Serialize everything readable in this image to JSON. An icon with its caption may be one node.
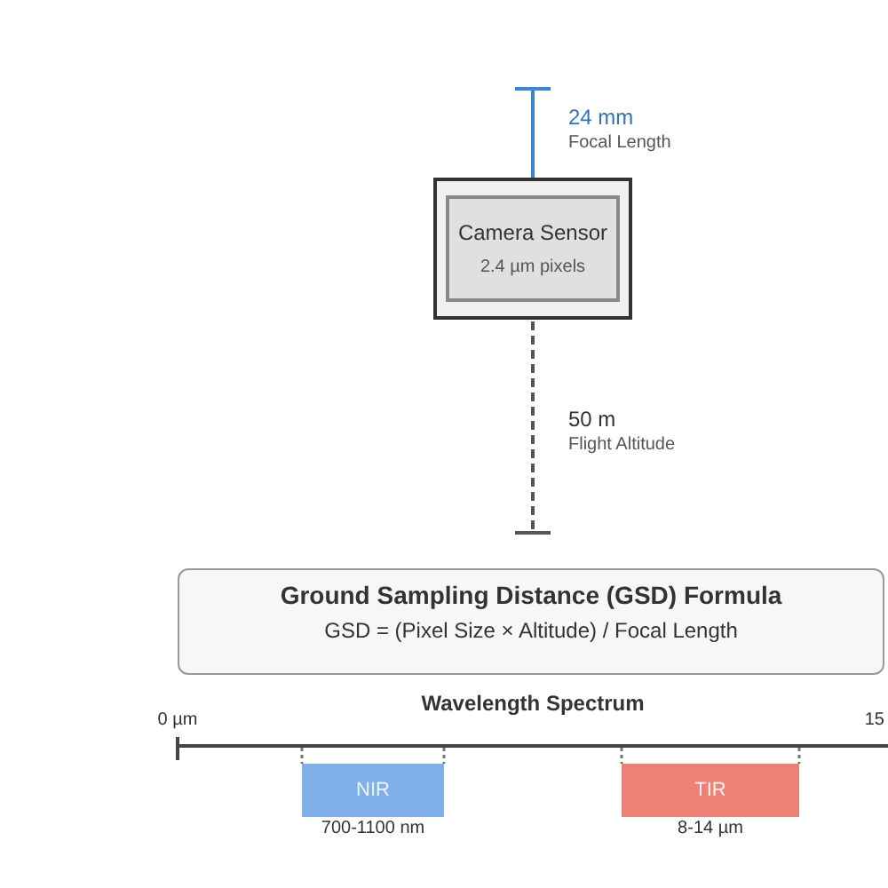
{
  "diagram": {
    "nodes": [
      {
        "text": [],
        "shape": "box"
      },
      {
        "text": [
          "Camera Sensor",
          "2.4 µm pixels"
        ],
        "in": 0
      },
      {
        "text": [
          "Ground Sampling Distance (GSD) Formula",
          "GSD = (Pixel Size × Altitude) / Focal Length"
        ]
      },
      {
        "text": [
          "NIR"
        ],
        "beside": [
          "700-1100 nm"
        ]
      },
      {
        "text": [
          "TIR"
        ],
        "beside": [
          "8-14 µm"
        ]
      }
    ],
    "labels": [
      "24 mm",
      "Focal Length",
      "50 m",
      "Flight Altitude",
      "Wavelength Spectrum",
      "0 µm",
      "15"
    ]
  }
}
